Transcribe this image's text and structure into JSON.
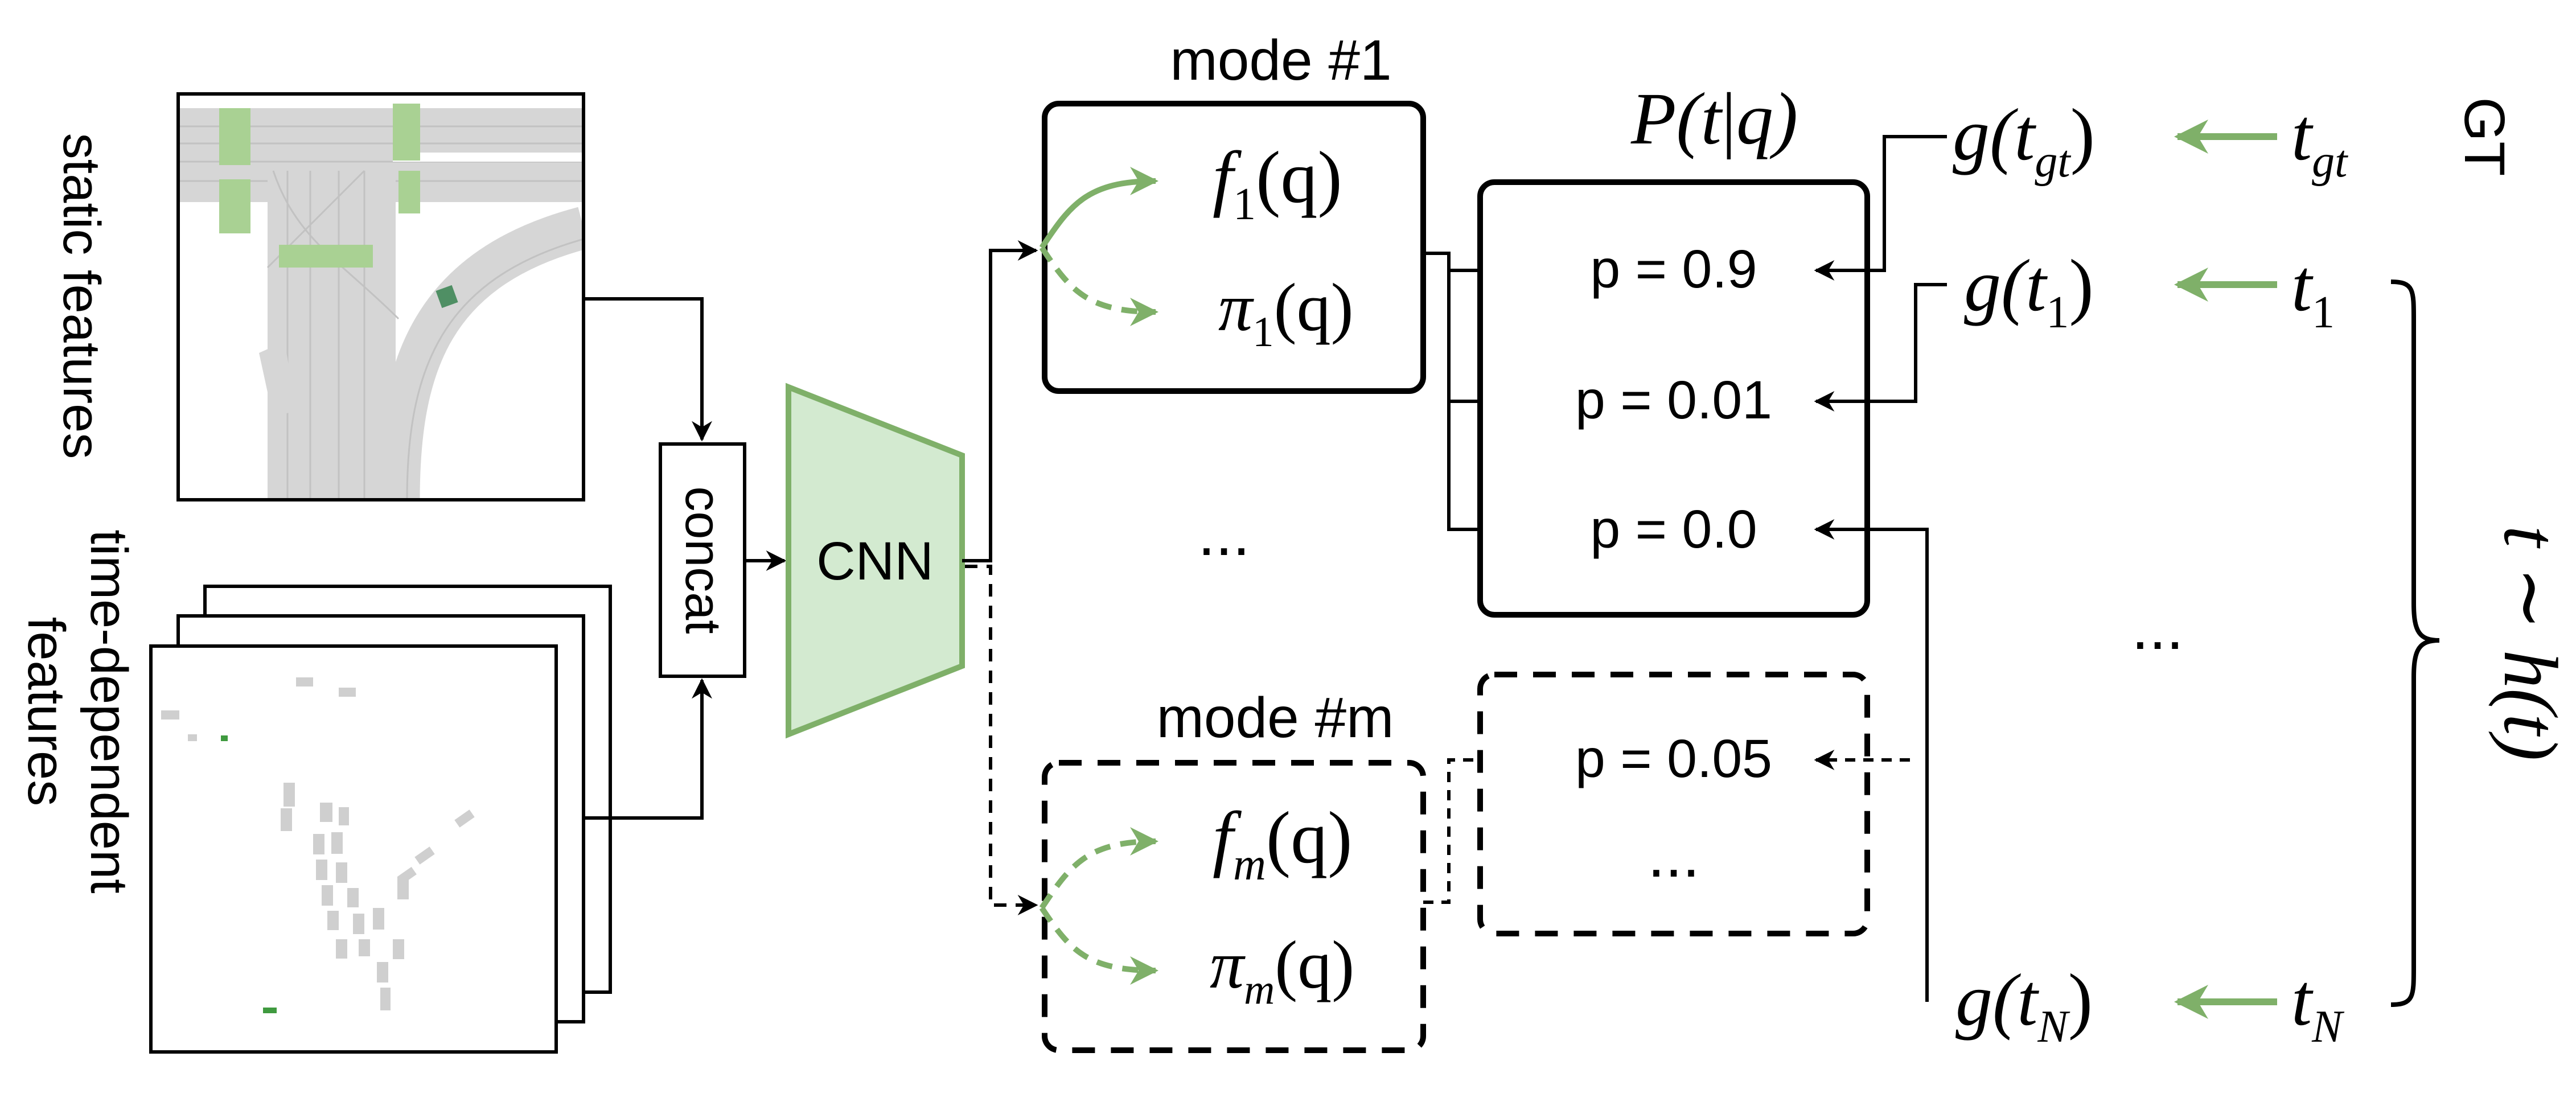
{
  "colors": {
    "line": "#000000",
    "green": "#7fb069",
    "green_fill": "#d3ead0",
    "road": "#d6d6d6",
    "road_dark": "#bdbdbd",
    "crosswalk": "#a9d193",
    "agent": "#3f9a3f",
    "lane_marker": "#4f8f64"
  },
  "labels": {
    "static_features": "static features",
    "time_dependent_1": "time-dependent",
    "time_dependent_2": "features",
    "concat": "concat",
    "cnn": "CNN",
    "mode_1": "mode #1",
    "mode_m": "mode #m",
    "ellipsis": "...",
    "gt": "GT"
  },
  "math": {
    "P_main": "P(t",
    "P_bar": "|",
    "P_end": "q)",
    "f1_f": "f",
    "f1_sub": "1",
    "f1_arg": "(q)",
    "pi1_pi": "π",
    "pi1_sub": "1",
    "pi1_arg": "(q)",
    "fm_f": "f",
    "fm_sub": "m",
    "fm_arg": "(q)",
    "pim_pi": "π",
    "pim_sub": "m",
    "pim_arg": "(q)",
    "g_gt_g": "g(t",
    "g_gt_sub": "gt",
    "g_gt_end": ")",
    "t_gt": "t",
    "t_gt_sub": "gt",
    "g_1_g": "g(t",
    "g_1_sub": "1",
    "g_1_end": ")",
    "t_1": "t",
    "t_1_sub": "1",
    "g_N_g": "g(t",
    "g_N_sub": "N",
    "g_N_end": ")",
    "t_N": "t",
    "t_N_sub": "N",
    "sampling": "t ∼ h(t)"
  },
  "probabilities": {
    "p1": "p = 0.9",
    "p2": "p = 0.01",
    "p3": "p = 0.0",
    "pm": "p = 0.05"
  }
}
